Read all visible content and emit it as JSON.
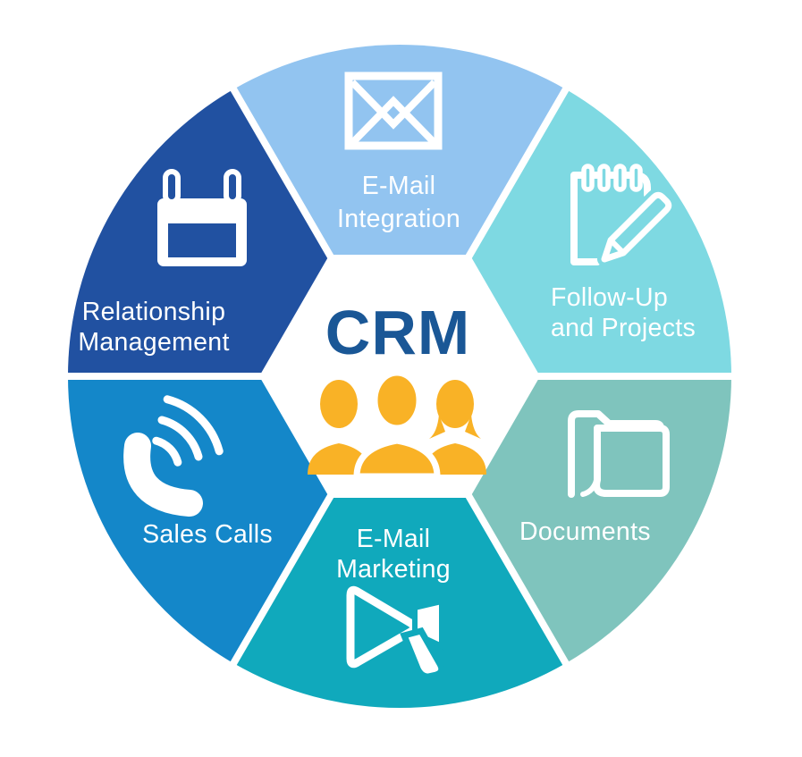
{
  "diagram": {
    "background": "#ffffff",
    "divider_color": "#ffffff",
    "label_color": "#ffffff"
  },
  "center": {
    "label": "CRM",
    "label_color": "#1A5796",
    "icon": "people-group-icon",
    "icon_color": "#F9B226"
  },
  "segments": [
    {
      "name": "email-integration",
      "lines": [
        "E-Mail",
        "Integration"
      ],
      "color": "#92C4F0",
      "icon": "envelope-icon"
    },
    {
      "name": "follow-up-and-projects",
      "lines": [
        "Follow-Up",
        "and Projects"
      ],
      "color": "#7ED9E2",
      "icon": "notepad-pencil-icon"
    },
    {
      "name": "documents",
      "lines": [
        "Documents"
      ],
      "color": "#7FC4BD",
      "icon": "folder-icon"
    },
    {
      "name": "email-marketing",
      "lines": [
        "E-Mail",
        "Marketing"
      ],
      "color": "#10A9BC",
      "icon": "megaphone-icon"
    },
    {
      "name": "sales-calls",
      "lines": [
        "Sales Calls"
      ],
      "color": "#1487C9",
      "icon": "phone-icon"
    },
    {
      "name": "relationship-management",
      "lines": [
        "Relationship",
        "Management"
      ],
      "color": "#2151A1",
      "icon": "calendar-icon"
    }
  ]
}
